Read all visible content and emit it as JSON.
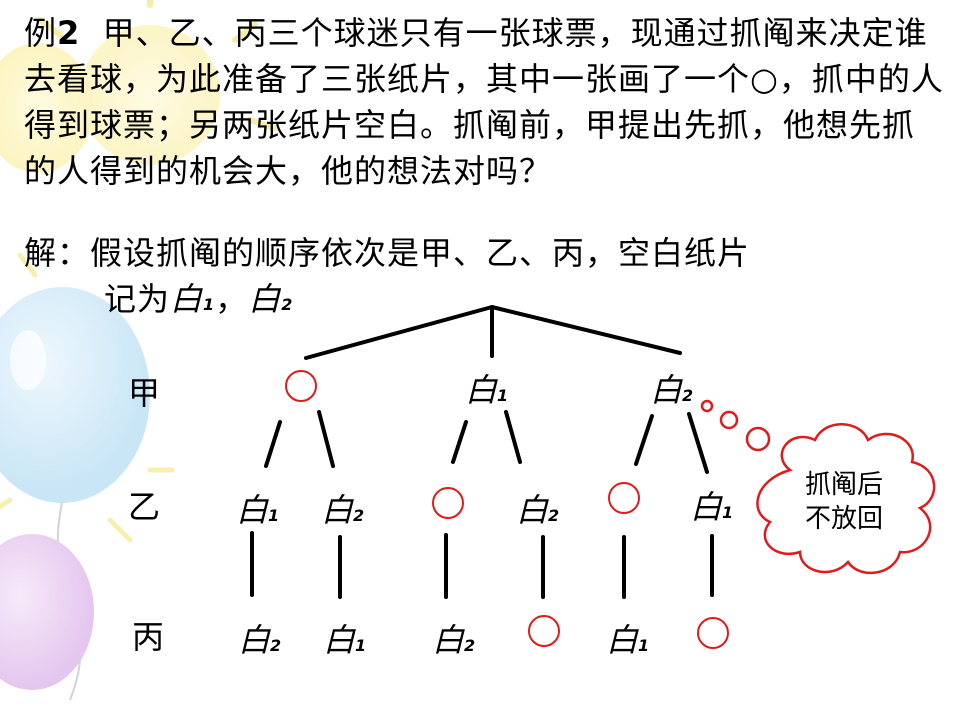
{
  "problem": {
    "example_label": "例",
    "example_number": "2",
    "text": "甲、乙、丙三个球迷只有一张球票，现通过抓阄来决定谁去看球，为此准备了三张纸片，其中一张画了一个○，抓中的人得到球票；另两张纸片空白。抓阄前，甲提出先抓，他想先抓的人得到的机会大，他的想法对吗？"
  },
  "solution": {
    "label": "解：",
    "line1": "假设抓阄的顺序依次是甲、乙、丙，空白纸片",
    "line2_prefix": "记为",
    "blank1": "白",
    "blank1_sub": "1",
    "separator": "，",
    "blank2": "白",
    "blank2_sub": "2"
  },
  "tree": {
    "rows": [
      "甲",
      "乙",
      "丙"
    ],
    "level1": [
      {
        "kind": "circle",
        "text": "",
        "sub": ""
      },
      {
        "kind": "blank",
        "text": "白",
        "sub": "1"
      },
      {
        "kind": "blank",
        "text": "白",
        "sub": "2"
      }
    ],
    "level2": [
      {
        "kind": "blank",
        "text": "白",
        "sub": "1"
      },
      {
        "kind": "blank",
        "text": "白",
        "sub": "2"
      },
      {
        "kind": "circle",
        "text": "",
        "sub": ""
      },
      {
        "kind": "blank",
        "text": "白",
        "sub": "2"
      },
      {
        "kind": "circle",
        "text": "",
        "sub": ""
      },
      {
        "kind": "blank",
        "text": "白",
        "sub": "1"
      }
    ],
    "level3": [
      {
        "kind": "blank",
        "text": "白",
        "sub": "2"
      },
      {
        "kind": "blank",
        "text": "白",
        "sub": "1"
      },
      {
        "kind": "blank",
        "text": "白",
        "sub": "2"
      },
      {
        "kind": "circle",
        "text": "",
        "sub": ""
      },
      {
        "kind": "blank",
        "text": "白",
        "sub": "1"
      },
      {
        "kind": "circle",
        "text": "",
        "sub": ""
      }
    ],
    "note_line1": "抓阄后",
    "note_line2": "不放回"
  },
  "colors": {
    "accent_red": "#e11b1b",
    "line": "#000000"
  }
}
